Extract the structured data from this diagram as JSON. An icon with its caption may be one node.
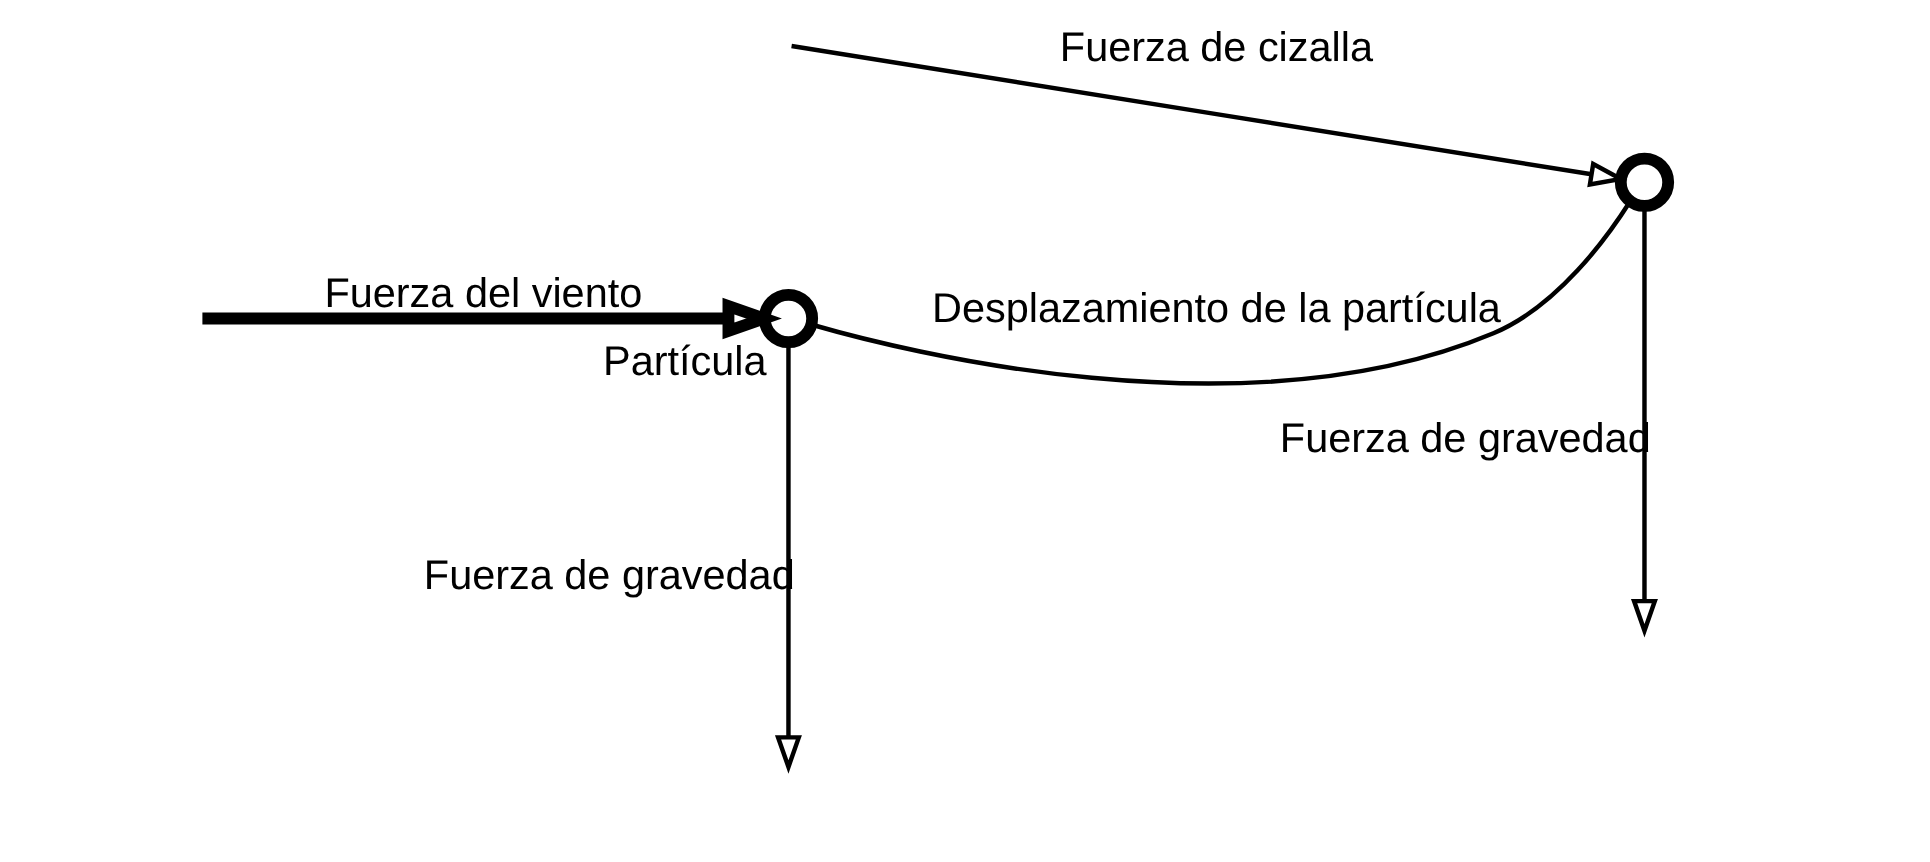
{
  "diagram": {
    "nodes": [
      {
        "text": [],
        "shape": "circle",
        "beside": [
          "Partícula"
        ]
      },
      {
        "text": [],
        "shape": "circle"
      }
    ],
    "edges": [
      {
        "from": null,
        "to": 0,
        "arrow": "to",
        "label": "Fuerza del viento",
        "style": "thick"
      },
      {
        "from": 0,
        "to": null,
        "arrow": "to",
        "label": "Fuerza de gravedad"
      },
      {
        "from": 0,
        "to": 1,
        "arrow": "none",
        "label": "Desplazamiento de la partícula"
      },
      {
        "from": null,
        "to": 1,
        "arrow": "to",
        "label": "Fuerza de cizalla"
      },
      {
        "from": 1,
        "to": null,
        "arrow": "to",
        "label": "Fuerza de gravedad"
      }
    ]
  }
}
